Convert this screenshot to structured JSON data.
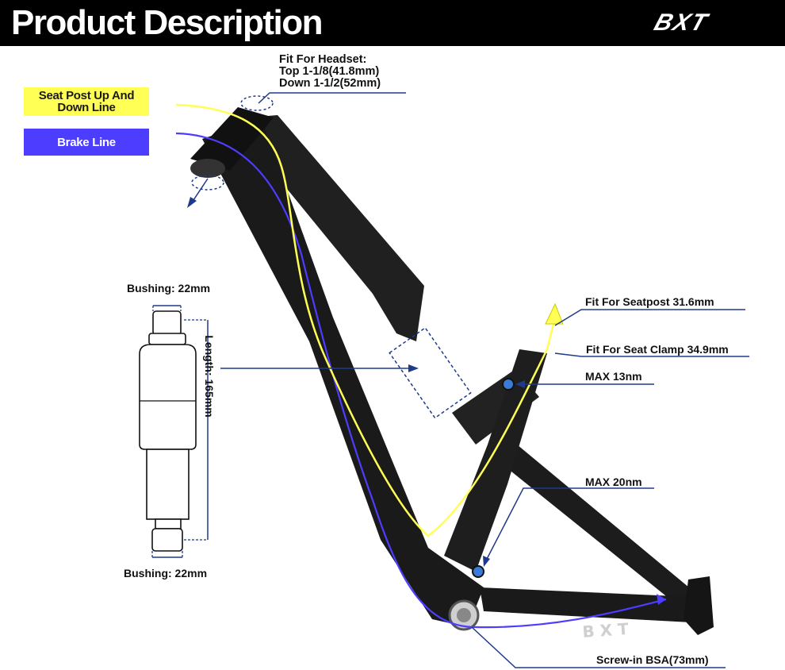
{
  "header": {
    "title": "Product Description",
    "brand": "BXT"
  },
  "legend": {
    "seat_post_line": {
      "label": "Seat Post Up And Down Line",
      "color": "#ffff55"
    },
    "brake_line": {
      "label": "Brake Line",
      "color": "#4d3dff"
    }
  },
  "labels": {
    "headset_title": "Fit For Headset:",
    "headset_top": "Top 1-1/8(41.8mm)",
    "headset_down": "Down 1-1/2(52mm)",
    "seatpost": "Fit For Seatpost 31.6mm",
    "seat_clamp": "Fit For Seat Clamp 34.9mm",
    "max_13": "MAX 13nm",
    "max_20": "MAX 20nm",
    "bsa": "Screw-in BSA(73mm)",
    "bushing_top": "Bushing: 22mm",
    "bushing_bottom": "Bushing: 22mm",
    "shock_length": "Length: 165mm"
  },
  "colors": {
    "callout_line": "#1f3a8a",
    "frame": "#1c1c1c",
    "shock_outline": "#111111"
  }
}
